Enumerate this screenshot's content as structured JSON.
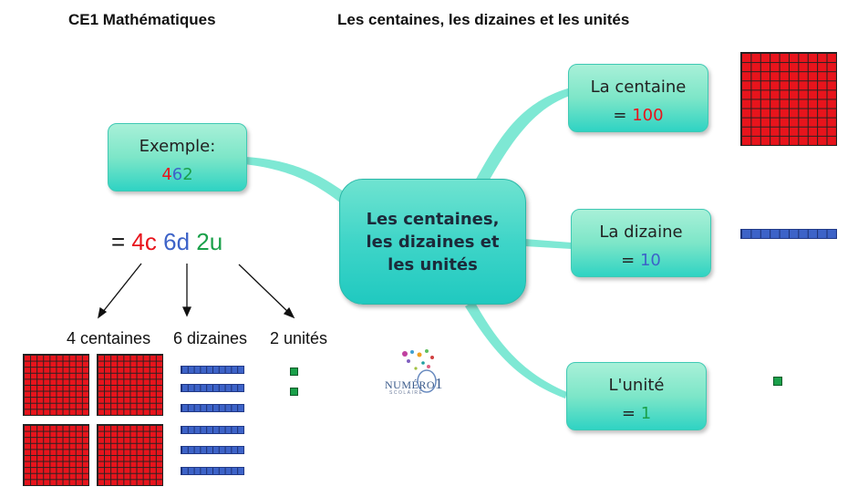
{
  "header": {
    "left_title": "CE1 Mathématiques",
    "main_title": "Les centaines, les dizaines et les unités"
  },
  "center_node": {
    "lines": [
      "Les centaines,",
      "les dizaines et",
      "les unités"
    ]
  },
  "example_node": {
    "label": "Exemple:",
    "digits": [
      "4",
      "6",
      "2"
    ]
  },
  "decomposition": {
    "equals": "=",
    "parts": [
      "4c",
      "6d",
      "2u"
    ]
  },
  "breakdown_labels": [
    "4 centaines",
    "6 dizaines",
    "2 unités"
  ],
  "right_nodes": [
    {
      "title": "La centaine",
      "eq": "=",
      "value": "100"
    },
    {
      "title": "La dizaine",
      "eq": "=",
      "value": "10"
    },
    {
      "title": "L'unité",
      "eq": "=",
      "value": "1"
    }
  ],
  "logo": {
    "text": "NUMÉRO",
    "digit": "1",
    "subtext": "SCOLAIRE"
  },
  "colors": {
    "hundreds": "#e8141c",
    "tens": "#3d63c8",
    "units": "#1aa04a",
    "node_fill": "#4fdcc6",
    "node_border": "#3fc9b4"
  },
  "counts": {
    "hundred_squares": 4,
    "ten_bars": 6,
    "unit_cubes": 2
  }
}
